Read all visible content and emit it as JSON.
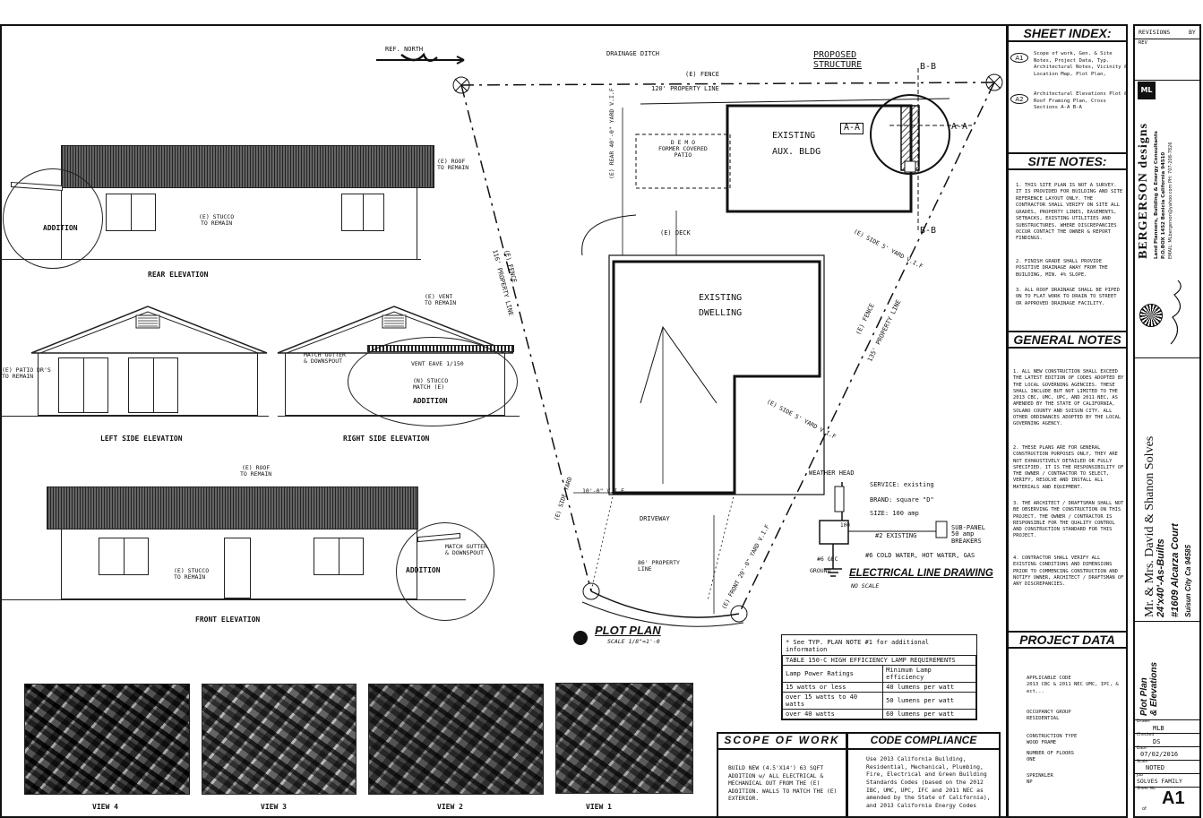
{
  "north_label": "REF. NORTH",
  "elevations": {
    "rear": {
      "title": "REAR ELEVATION",
      "roof_note": "(E) ROOF\nTO REMAIN",
      "stucco_note": "(E) STUCCO\nTO REMAIN",
      "addition": "ADDITION"
    },
    "left": {
      "title": "LEFT SIDE ELEVATION",
      "patio_note": "(E) PATIO DR'S\nTO REMAIN"
    },
    "right": {
      "title": "RIGHT SIDE ELEVATION",
      "vent_note": "(E) VENT\nTO REMAIN",
      "gutter_note": "MATCH GUTTER\n& DOWNSPOUT",
      "eave_note": "VENT EAVE 1/150",
      "stucco_note": "(N) STUCCO\nMATCH (E)",
      "addition": "ADDITION"
    },
    "front": {
      "title": "FRONT ELEVATION",
      "roof_note": "(E) ROOF\nTO REMAIN",
      "stucco_note": "(E) STUCCO\nTO REMAIN",
      "gutter_note": "MATCH GUTTER\n& DOWNSPOUT",
      "addition": "ADDITION"
    }
  },
  "plot_plan": {
    "title": "PLOT PLAN",
    "scale": "SCALE 1/8\"=1'-0",
    "drainage": "DRAINAGE DITCH",
    "fence": "(E) FENCE",
    "property_line_top": "120' PROPERTY LINE",
    "proposed": "PROPOSED\nSTRUCTURE",
    "bb_top": "B-B",
    "bb_bottom": "B-B",
    "aa": "A-A",
    "existing_aux": "EXISTING\nAUX. BLDG",
    "demo": "D E M O\nFORMER COVERED\nPATIO",
    "rear_yard": "(E) REAR 40'-0\" YARD V.I.F",
    "deck": "(E) DECK",
    "side_yard_right": "(E) SIDE 5' YARD V.I.F",
    "fence_left": "(E) FENCE",
    "property_line_left": "116' PROPERTY LINE",
    "existing_dwelling": "EXISTING\nDWELLING",
    "fence_right": "(E) FENCE",
    "property_line_right": "135' PROPERTY LINE",
    "side_yard_right2": "(E) SIDE 5' YARD V.I.F",
    "side_yard_left": "(E) SIDE YARD",
    "vif_left": "10'-0\" V.I.F",
    "driveway": "DRIVEWAY",
    "front_yard": "(E) FRONT 20'-0\" YARD V.I.F",
    "property_line_front": "86' PROPERTY LINE"
  },
  "electrical": {
    "weather_head": "WEATHER HEAD",
    "service": "SERVICE: existing",
    "brand": "BRAND: square \"D\"",
    "size": "SIZE: 100 amp",
    "existing": "#2 EXISTING",
    "meter": "100",
    "subpanel": "SUB-PANEL\n50 amp\nBREAKERS",
    "ground_wire": "#6 GEC",
    "ground": "GROUND",
    "bonding": "#6 COLD WATER, HOT WATER, GAS",
    "title": "ELECTRICAL LINE DRAWING",
    "no_scale": "NO SCALE"
  },
  "lamp_table": {
    "note": "* See TYP. PLAN NOTE #1 for additional information",
    "caption": "TABLE 150-C HIGH EFFICIENCY LAMP REQUIREMENTS",
    "headers": [
      "Lamp Power Ratings",
      "Minimum Lamp efficiency"
    ],
    "rows": [
      [
        "15 watts or less",
        "40 lumens per watt"
      ],
      [
        "over 15 watts to 40 watts",
        "50 lumens per watt"
      ],
      [
        "over 40 watts",
        "60 lumens per watt"
      ]
    ]
  },
  "views": [
    "VIEW 4",
    "VIEW 3",
    "VIEW 2",
    "VIEW 1"
  ],
  "scope": {
    "title": "SCOPE OF WORK",
    "text": "BUILD NEW (4.5'X14') 63 SQFT ADDITION w/ ALL ELECTRICAL & MECHANICAL OUT FROM THE (E) ADDITION. WALLS TO MATCH THE (E) EXTERIOR."
  },
  "code": {
    "title": "CODE COMPLIANCE",
    "text": "Use 2013 California Building, Residential, Mechanical, Plumbing, Fire, Electrical and Green Building Standards Codes (based on the 2012 IBC, UMC, UPC, IFC and 2011 NEC as amended by the State of California), and 2013 California Energy Codes"
  },
  "sheet_index": {
    "title": "SHEET INDEX:",
    "items": [
      {
        "id": "A1",
        "text": "Scope of work, Gen. & Site Notes, Project Data, Typ. Architectural Notes, Vicinity & Location Map, Plot Plan,"
      },
      {
        "id": "A2",
        "text": "Architectural Elevations Plot & Roof Framing Plan, Cross Sections A-A B-A"
      }
    ]
  },
  "site_notes": {
    "title": "SITE NOTES:",
    "items": [
      "1. THIS SITE PLAN IS NOT A SURVEY. IT IS PROVIDED FOR BUILDING AND SITE REFERENCE LAYOUT ONLY. THE CONTRACTOR SHALL VERIFY ON SITE ALL GRADES, PROPERTY LINES, EASEMENTS, SETBACKS, EXISTING UTILITIES AND SUBSTRUCTURES. WHERE DISCREPANCIES OCCUR CONTACT THE OWNER & REPORT FINDINGS.",
      "2. FINISH GRADE SHALL PROVIDE POSITIVE DRAINAGE AWAY FROM THE BUILDING, MIN. 4% SLOPE.",
      "3. ALL ROOF DRAINAGE SHALL BE PIPED ON TO FLAT WORK TO DRAIN TO STREET OR APPROVED DRAINAGE FACILITY."
    ]
  },
  "general_notes": {
    "title": "GENERAL NOTES",
    "items": [
      "1. ALL NEW CONSTRUCTION SHALL EXCEED THE LATEST EDITION OF CODES ADOPTED BY THE LOCAL GOVERNING AGENCIES. THESE SHALL INCLUDE BUT NOT LIMITED TO THE 2013 CBC, UMC, UPC, AND 2011 NEC, AS AMENDED BY THE STATE OF CALIFORNIA, SOLANO COUNTY AND SUISUN CITY. ALL OTHER ORDINANCES ADOPTED BY THE LOCAL GOVERNING AGENCY.",
      "2. THESE PLANS ARE FOR GENERAL CONSTRUCTION PURPOSES ONLY, THEY ARE NOT EXHAUSTIVELY DETAILED OR FULLY SPECIFIED. IT IS THE RESPONSIBILITY OF THE OWNER / CONTRACTOR TO SELECT, VERIFY, RESOLVE AND INSTALL ALL MATERIALS AND EQUIPMENT.",
      "3. THE ARCHITECT / DRAFTSMAN SHALL NOT BE OBSERVING THE CONSTRUCTION ON THIS PROJECT. THE OWNER / CONTRACTOR IS RESPONSIBLE FOR THE QUALITY CONTROL AND CONSTRUCTION STANDARD FOR THIS PROJECT.",
      "4. CONTRACTOR SHALL VERIFY ALL EXISTING CONDITIONS AND DIMENSIONS PRIOR TO COMMENCING CONSTRUCTION AND NOTIFY OWNER, ARCHITECT / DRAFTSMAN OF ANY DISCREPANCIES."
    ]
  },
  "project_data": {
    "title": "PROJECT DATA",
    "items": [
      "APPLICABLE CODE\n2013 CBC & 2011 NEC UMC, IPC, & ect...",
      "OCCUPANCY GROUP\nRESIDENTIAL",
      "CONSTRUCTION TYPE\nWOOD FRAME",
      "NUMBER OF FLOORS\nONE",
      "SPRINKLER\nNP"
    ]
  },
  "title_block": {
    "revisions": "REVISIONS",
    "by": "BY",
    "rev": "REV",
    "firm": "BERGERSON designs",
    "firm_initials": "ML",
    "firm_sub": "Land Planners, Building & Energy Consultants",
    "firm_address": "P.O.BOX 1452 Benicia California 94510",
    "firm_contact": "EMAIL: MLbergerson@yahoo.com  PH: 707-208-7826",
    "client": "Mr. & Mrs. David & Shanon Solves",
    "project": "24'x40'-As-Builts",
    "address": "#1609 Alcarza Court",
    "city": "Suisun City   Ca 94585",
    "sheet_title": "Plot Plan\n& Elevations",
    "drawn_label": "Drawn",
    "drawn": "MLB",
    "checked_label": "Checked",
    "checked": "DS",
    "date_label": "Date",
    "date": "07/02/2016",
    "scale_label": "Scale",
    "scale": "NOTED",
    "job_label": "Job",
    "job": "SOLVES FAMILY",
    "sheet_label": "Sheet No.",
    "sheet": "A1",
    "of": "of"
  }
}
